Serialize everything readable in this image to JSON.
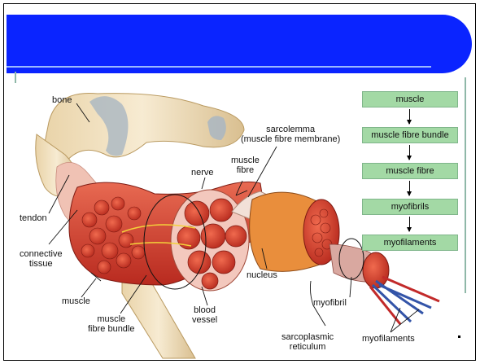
{
  "labels": {
    "bone": "bone",
    "tendon": "tendon",
    "connective": "connective\ntissue",
    "muscle": "muscle",
    "bundle": "muscle\nfibre bundle",
    "nerve": "nerve",
    "blood": "blood\nvessel",
    "fibre": "muscle\nfibre",
    "sarcolemma": "sarcolemma\n(muscle fibre membrane)",
    "nucleus": "nucleus",
    "sarco": "sarcoplasmic\nreticulum",
    "myofibril": "myofibril",
    "myofilaments": "myofilaments"
  },
  "hierarchy": [
    "muscle",
    "muscle fibre bundle",
    "muscle fibre",
    "myofibrils",
    "myofilaments"
  ],
  "colors": {
    "banner": "#0a24ff",
    "box": "#a3d9a5",
    "muscle": "#d23c2c",
    "bone": "#ecd7b0"
  }
}
